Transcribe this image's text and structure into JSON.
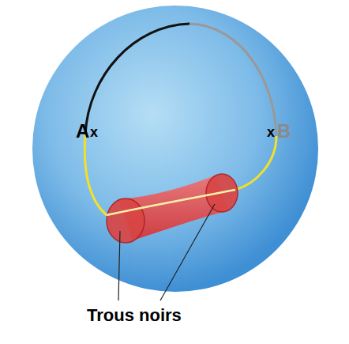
{
  "diagram": {
    "labels": [
      "A",
      "x",
      "x",
      "B",
      "Trous noirs"
    ]
  }
}
